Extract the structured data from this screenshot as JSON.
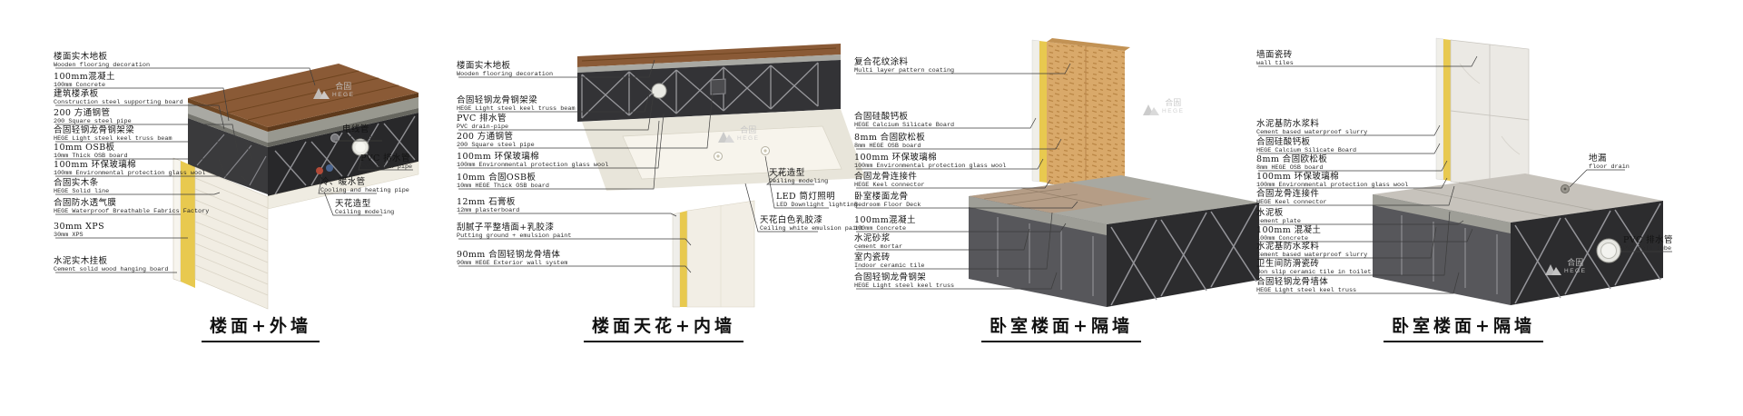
{
  "document": {
    "background": "#ffffff"
  },
  "brand": {
    "zh": "合固",
    "en": "HEGE"
  },
  "colors": {
    "wood": "#8a5a36",
    "concrete": "#a9a9a3",
    "steel_dark": "#2c2c2e",
    "insulation_yellow": "#e8c94f",
    "osb_tan": "#d9a96a",
    "ceiling_white": "#f2eee5",
    "accent_line": "#3d3d3d"
  },
  "panels": [
    {
      "id": "floor-exterior-wall",
      "title": "楼面+外墙",
      "labels_left": [
        {
          "zh": "楼面实木地板",
          "en": "Wooden flooring decoration"
        },
        {
          "zh": "100mm混凝土",
          "en": "100mm Concrete"
        },
        {
          "zh": "建筑楼承板",
          "en": "Construction steel supporting board"
        },
        {
          "zh": "200 方通钢管",
          "en": "200 Square steel pipe"
        },
        {
          "zh": "合固轻钢龙骨钢架梁",
          "en": "HEGE Light steel keel truss beam"
        },
        {
          "zh": "10mm OSB板",
          "en": "10mm Thick OSB board"
        },
        {
          "zh": "100mm 环保玻璃棉",
          "en": "100mm Environmental protection glass wool"
        },
        {
          "zh": "合固实木条",
          "en": "HEGE Solid line"
        },
        {
          "zh": "合固防水透气膜",
          "en": "HEGE Waterproof Breathable Fabrics Factory"
        },
        {
          "zh": "30mm XPS",
          "en": "30mm XPS"
        },
        {
          "zh": "水泥实木挂板",
          "en": "Cement solid wood hanging board"
        }
      ],
      "labels_right": [
        {
          "zh": "电线管",
          "en": "wire tube"
        },
        {
          "zh": "PVC 排水管",
          "en": "PVC drain-pipe"
        },
        {
          "zh": "冷、暖水管",
          "en": "Cooling and heating pipe"
        },
        {
          "zh": "天花造型",
          "en": "Ceiling modeling"
        }
      ]
    },
    {
      "id": "floor-ceiling-interior-wall",
      "title": "楼面天花+内墙",
      "labels_left": [
        {
          "zh": "楼面实木地板",
          "en": "Wooden flooring decoration"
        },
        {
          "zh": "合固轻钢龙骨钢架梁",
          "en": "HEGE Light steel keel truss beam"
        },
        {
          "zh": "PVC 排水管",
          "en": "PVC drain-pipe"
        },
        {
          "zh": "200 方通钢管",
          "en": "200 Square steel pipe"
        },
        {
          "zh": "100mm 环保玻璃棉",
          "en": "100mm Environmental protection glass wool"
        },
        {
          "zh": "10mm 合固OSB板",
          "en": "10mm HEGE Thick OSB board"
        },
        {
          "zh": "12mm 石膏板",
          "en": "12mm plasterboard"
        },
        {
          "zh": "刮腻子平整墙面+乳胶漆",
          "en": "Putting ground + emulsion paint"
        },
        {
          "zh": "90mm 合固轻钢龙骨墙体",
          "en": "90mm HEGE Exterior wall system"
        }
      ],
      "labels_right": [
        {
          "zh": "天花造型",
          "en": "Ceiling modeling"
        },
        {
          "zh": "LED 筒灯照明",
          "en": "LED Downlight lighting"
        },
        {
          "zh": "天花白色乳胶漆",
          "en": "Ceiling white emulsion paint"
        }
      ]
    },
    {
      "id": "bedroom-floor-partition-1",
      "title": "卧室楼面+隔墙",
      "labels_left": [
        {
          "zh": "复合花纹涂料",
          "en": "Multi layer pattern coating"
        },
        {
          "zh": "合固硅酸钙板",
          "en": "HEGE Calcium Silicate Board"
        },
        {
          "zh": "8mm 合固欧松板",
          "en": "8mm HEGE OSB board"
        },
        {
          "zh": "100mm 环保玻璃棉",
          "en": "100mm Environmental protection glass wool"
        },
        {
          "zh": "合固龙骨连接件",
          "en": "HEGE Keel connector"
        },
        {
          "zh": "卧室楼面龙骨",
          "en": "Bedroom Floor Deck"
        },
        {
          "zh": "100mm混凝土",
          "en": "100mm Concrete"
        },
        {
          "zh": "水泥砂浆",
          "en": "cement mortar"
        },
        {
          "zh": "室内瓷砖",
          "en": "Indoor ceramic tile"
        },
        {
          "zh": "合固轻钢龙骨钢架",
          "en": "HEGE Light steel keel truss"
        }
      ],
      "labels_right": []
    },
    {
      "id": "bedroom-floor-partition-2",
      "title": "卧室楼面+隔墙",
      "labels_left": [
        {
          "zh": "墙面瓷砖",
          "en": "wall tiles"
        },
        {
          "zh": "水泥基防水浆料",
          "en": "Cement based waterproof slurry"
        },
        {
          "zh": "合固硅酸钙板",
          "en": "HEGE Calcium Silicate Board"
        },
        {
          "zh": "8mm 合固欧松板",
          "en": "8mm HEGE OSB board"
        },
        {
          "zh": "100mm 环保玻璃棉",
          "en": "100mm Environmental protection glass wool"
        },
        {
          "zh": "合固龙骨连接件",
          "en": "HEGE Keel connector"
        },
        {
          "zh": "水泥板",
          "en": "cement plate"
        },
        {
          "zh": "100mm 混凝土",
          "en": "100mm Concrete"
        },
        {
          "zh": "水泥基防水浆料",
          "en": "Cement based waterproof slurry"
        },
        {
          "zh": "卫生间防滑瓷砖",
          "en": "Non slip ceramic tile in toilet"
        },
        {
          "zh": "合固轻钢龙骨墙体",
          "en": "HEGE Light steel keel truss"
        }
      ],
      "labels_right": [
        {
          "zh": "地漏",
          "en": "floor drain"
        },
        {
          "zh": "PVC 排水管",
          "en": "PVC fall tube"
        }
      ]
    }
  ]
}
